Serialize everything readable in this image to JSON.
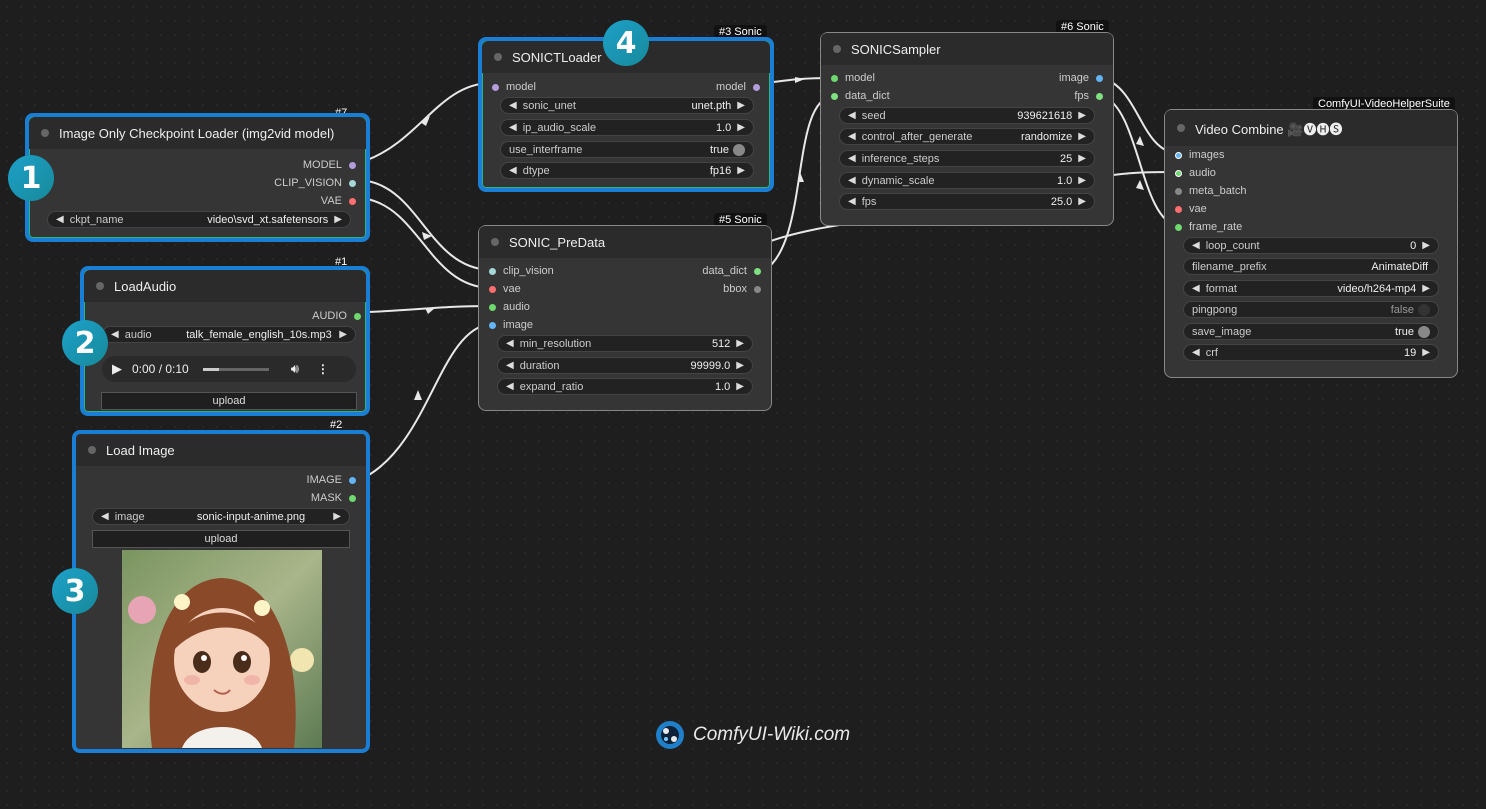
{
  "nodes": {
    "checkpoint": {
      "tag": "#7",
      "title": "Image Only Checkpoint Loader (img2vid model)",
      "outputs": [
        "MODEL",
        "CLIP_VISION",
        "VAE"
      ],
      "widget": {
        "label": "ckpt_name",
        "value": "video\\svd_xt.safetensors"
      }
    },
    "audio": {
      "tag": "#1",
      "title": "LoadAudio",
      "output": "AUDIO",
      "widget": {
        "label": "audio",
        "value": "talk_female_english_10s.mp3"
      },
      "player_time": "0:00 / 0:10",
      "upload": "upload"
    },
    "image": {
      "tag": "#2",
      "title": "Load Image",
      "outputs": [
        "IMAGE",
        "MASK"
      ],
      "widget": {
        "label": "image",
        "value": "sonic-input-anime.png"
      },
      "upload": "upload"
    },
    "loader": {
      "tag": "#3 Sonic",
      "title": "SONICTLoader",
      "input": "model",
      "output": "model",
      "widgets": [
        {
          "label": "sonic_unet",
          "value": "unet.pth"
        },
        {
          "label": "ip_audio_scale",
          "value": "1.0"
        },
        {
          "label": "use_interframe",
          "value": "true"
        },
        {
          "label": "dtype",
          "value": "fp16"
        }
      ]
    },
    "predata": {
      "tag": "#5 Sonic",
      "title": "SONIC_PreData",
      "inputs": [
        "clip_vision",
        "vae",
        "audio",
        "image"
      ],
      "outputs": [
        "data_dict",
        "bbox"
      ],
      "widgets": [
        {
          "label": "min_resolution",
          "value": "512"
        },
        {
          "label": "duration",
          "value": "99999.0"
        },
        {
          "label": "expand_ratio",
          "value": "1.0"
        }
      ]
    },
    "sampler": {
      "tag": "#6 Sonic",
      "title": "SONICSampler",
      "inputs": [
        "model",
        "data_dict"
      ],
      "outputs": [
        "image",
        "fps"
      ],
      "widgets": [
        {
          "label": "seed",
          "value": "939621618"
        },
        {
          "label": "control_after_generate",
          "value": "randomize"
        },
        {
          "label": "inference_steps",
          "value": "25"
        },
        {
          "label": "dynamic_scale",
          "value": "1.0"
        },
        {
          "label": "fps",
          "value": "25.0"
        }
      ]
    },
    "combine": {
      "tag": "ComfyUI-VideoHelperSuite",
      "title": "Video Combine 🎥🅥🅗🅢",
      "inputs": [
        "images",
        "audio",
        "meta_batch",
        "vae",
        "frame_rate"
      ],
      "widgets": [
        {
          "label": "loop_count",
          "value": "0"
        },
        {
          "label": "filename_prefix",
          "value": "AnimateDiff"
        },
        {
          "label": "format",
          "value": "video/h264-mp4"
        },
        {
          "label": "pingpong",
          "value": "false"
        },
        {
          "label": "save_image",
          "value": "true"
        },
        {
          "label": "crf",
          "value": "19"
        }
      ]
    }
  },
  "badges": [
    "1",
    "2",
    "3",
    "4"
  ],
  "watermark": "ComfyUI-Wiki.com",
  "colors": {
    "model": "#b39ddb",
    "clip_vision": "#a5d6d8",
    "vae": "#ff6e6e",
    "audio": "#6fd96f",
    "image": "#64b5f6",
    "data_dict": "#7ee07e",
    "gray": "#888888",
    "selected_blue": "#1a7fd4",
    "selected_green": "#22a98a"
  }
}
